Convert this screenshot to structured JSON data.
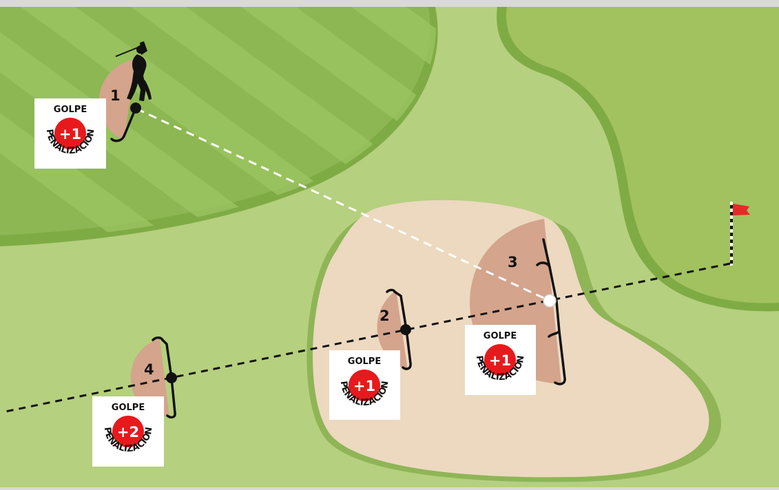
{
  "diagram": {
    "options": [
      {
        "id": 1,
        "number": "1",
        "penalty": {
          "value": "+1",
          "top": "GOLPE",
          "bottom": "PENALIZACION"
        }
      },
      {
        "id": 2,
        "number": "2",
        "penalty": {
          "value": "+1",
          "top": "GOLPE",
          "bottom": "PENALIZACION"
        }
      },
      {
        "id": 3,
        "number": "3",
        "penalty": {
          "value": "+1",
          "top": "GOLPE",
          "bottom": "PENALIZACION"
        }
      },
      {
        "id": 4,
        "number": "4",
        "penalty": {
          "value": "+2",
          "top": "GOLPE",
          "bottom": "PENALIZACION"
        }
      }
    ],
    "colors": {
      "rough": "#b5d07e",
      "fairway": "#8cb752",
      "fairway_stripe": "#9cc661",
      "green": "#a1c25e",
      "green_edge": "#7fab45",
      "bunker_sand": "#ecd9c0",
      "bunker_lip": "#8fb556",
      "relief_area": "#d4a48c",
      "penalty_red": "#e8191c",
      "flag": "#e52a2a"
    }
  }
}
